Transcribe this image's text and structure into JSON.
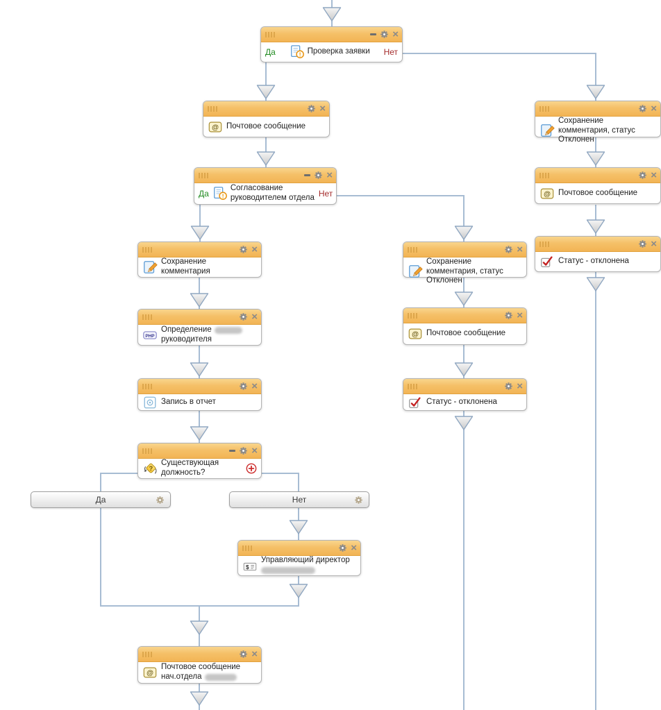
{
  "colors": {
    "titlebar_orange": "#f2b455",
    "connector_line": "#a7bcd3",
    "yes_green": "#1f8a1f",
    "no_red": "#a52c2c",
    "redacted_gray": "#c6c6c6",
    "plus_red": "#cc2b2b"
  },
  "nodes": [
    {
      "id": "check-request",
      "icon": "approval-icon",
      "title": "Проверка заявки",
      "yes": "Да",
      "no": "Нет"
    },
    {
      "id": "mail-message-top",
      "icon": "mail-icon",
      "title": "Почтовое сообщение"
    },
    {
      "id": "save-comment-declined-right",
      "icon": "edit-comment-icon",
      "title": "Сохранение комментария, статус Отклонен"
    },
    {
      "id": "approval-by-department-head",
      "icon": "approval-icon",
      "title": "Согласование руководителем отдела",
      "yes": "Да",
      "no": "Нет"
    },
    {
      "id": "mail-message-right",
      "icon": "mail-icon",
      "title": "Почтовое сообщение"
    },
    {
      "id": "save-comment",
      "icon": "edit-comment-icon",
      "title": "Сохранение комментария"
    },
    {
      "id": "save-comment-declined-mid",
      "icon": "edit-comment-icon",
      "title": "Сохранение комментария, статус Отклонен"
    },
    {
      "id": "status-declined-right",
      "icon": "status-check-icon",
      "title": "Статус - отклонена"
    },
    {
      "id": "define-manager",
      "icon": "php-icon",
      "title_line1": "Определение",
      "title_line2": "руководителя",
      "redacted": true
    },
    {
      "id": "mail-message-mid",
      "icon": "mail-icon",
      "title": "Почтовое сообщение"
    },
    {
      "id": "report-record",
      "icon": "report-icon",
      "title": "Запись в отчет"
    },
    {
      "id": "status-declined-mid",
      "icon": "status-check-icon",
      "title": "Статус - отклонена"
    },
    {
      "id": "existing-position-condition",
      "icon": "condition-icon",
      "title": "Существующая должность?"
    },
    {
      "id": "managing-director",
      "icon": "money-icon",
      "title_line1": "Управляющий директор",
      "redacted_line2": true
    },
    {
      "id": "mail-head-of-department",
      "icon": "mail-icon",
      "title_line1": "Почтовое сообщение",
      "title_line2": "нач.отдела",
      "redacted": true
    }
  ],
  "branches": [
    {
      "label": "Да"
    },
    {
      "label": "Нет"
    }
  ]
}
